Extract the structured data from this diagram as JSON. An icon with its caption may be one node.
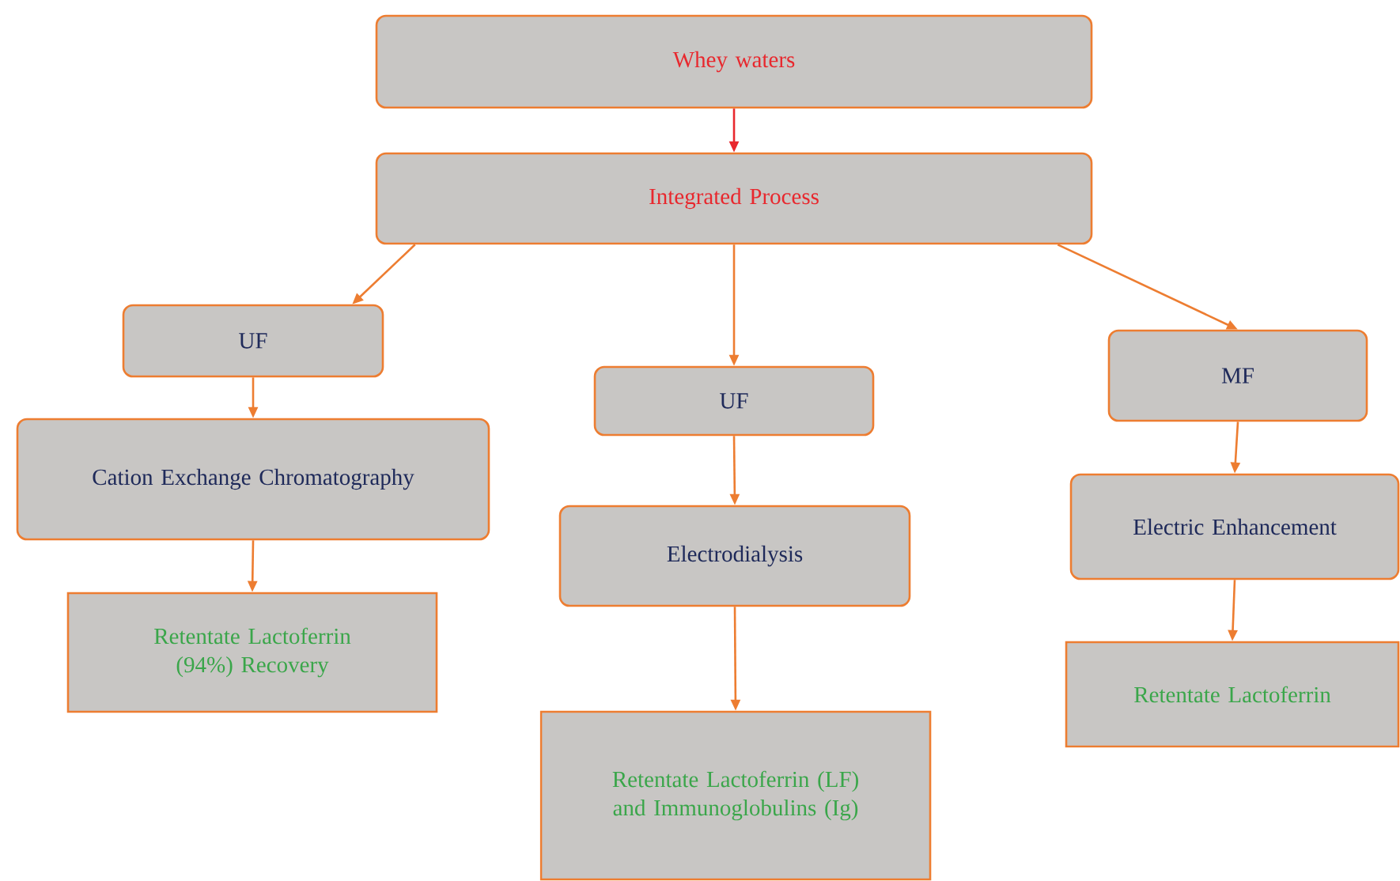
{
  "diagram": {
    "nodes": [
      {
        "text": [
          "Whey waters"
        ]
      },
      {
        "text": [
          "Integrated Process"
        ]
      },
      {
        "text": [
          "UF"
        ]
      },
      {
        "text": [
          "Cation Exchange Chromatography"
        ]
      },
      {
        "text": [
          "Retentate Lactoferrin (94%) Recovery"
        ]
      },
      {
        "text": [
          "UF"
        ]
      },
      {
        "text": [
          "Electrodialysis"
        ]
      },
      {
        "text": [
          "Retentate Lactoferrin (LF) and Immunoglobulins (Ig)"
        ]
      },
      {
        "text": [
          "MF"
        ]
      },
      {
        "text": [
          "Electric Enhancement"
        ]
      },
      {
        "text": [
          "Retentate Lactoferrin"
        ]
      }
    ],
    "edges": [
      {
        "from": 0,
        "to": 1,
        "arrow": "to",
        "color": "#e8282e"
      },
      {
        "from": 1,
        "to": 2,
        "arrow": "to"
      },
      {
        "from": 1,
        "to": 5,
        "arrow": "to"
      },
      {
        "from": 1,
        "to": 8,
        "arrow": "to"
      },
      {
        "from": 2,
        "to": 3,
        "arrow": "to"
      },
      {
        "from": 3,
        "to": 4,
        "arrow": "to"
      },
      {
        "from": 5,
        "to": 6,
        "arrow": "to"
      },
      {
        "from": 6,
        "to": 7,
        "arrow": "to"
      },
      {
        "from": 8,
        "to": 9,
        "arrow": "to"
      },
      {
        "from": 9,
        "to": 10,
        "arrow": "to"
      }
    ]
  }
}
